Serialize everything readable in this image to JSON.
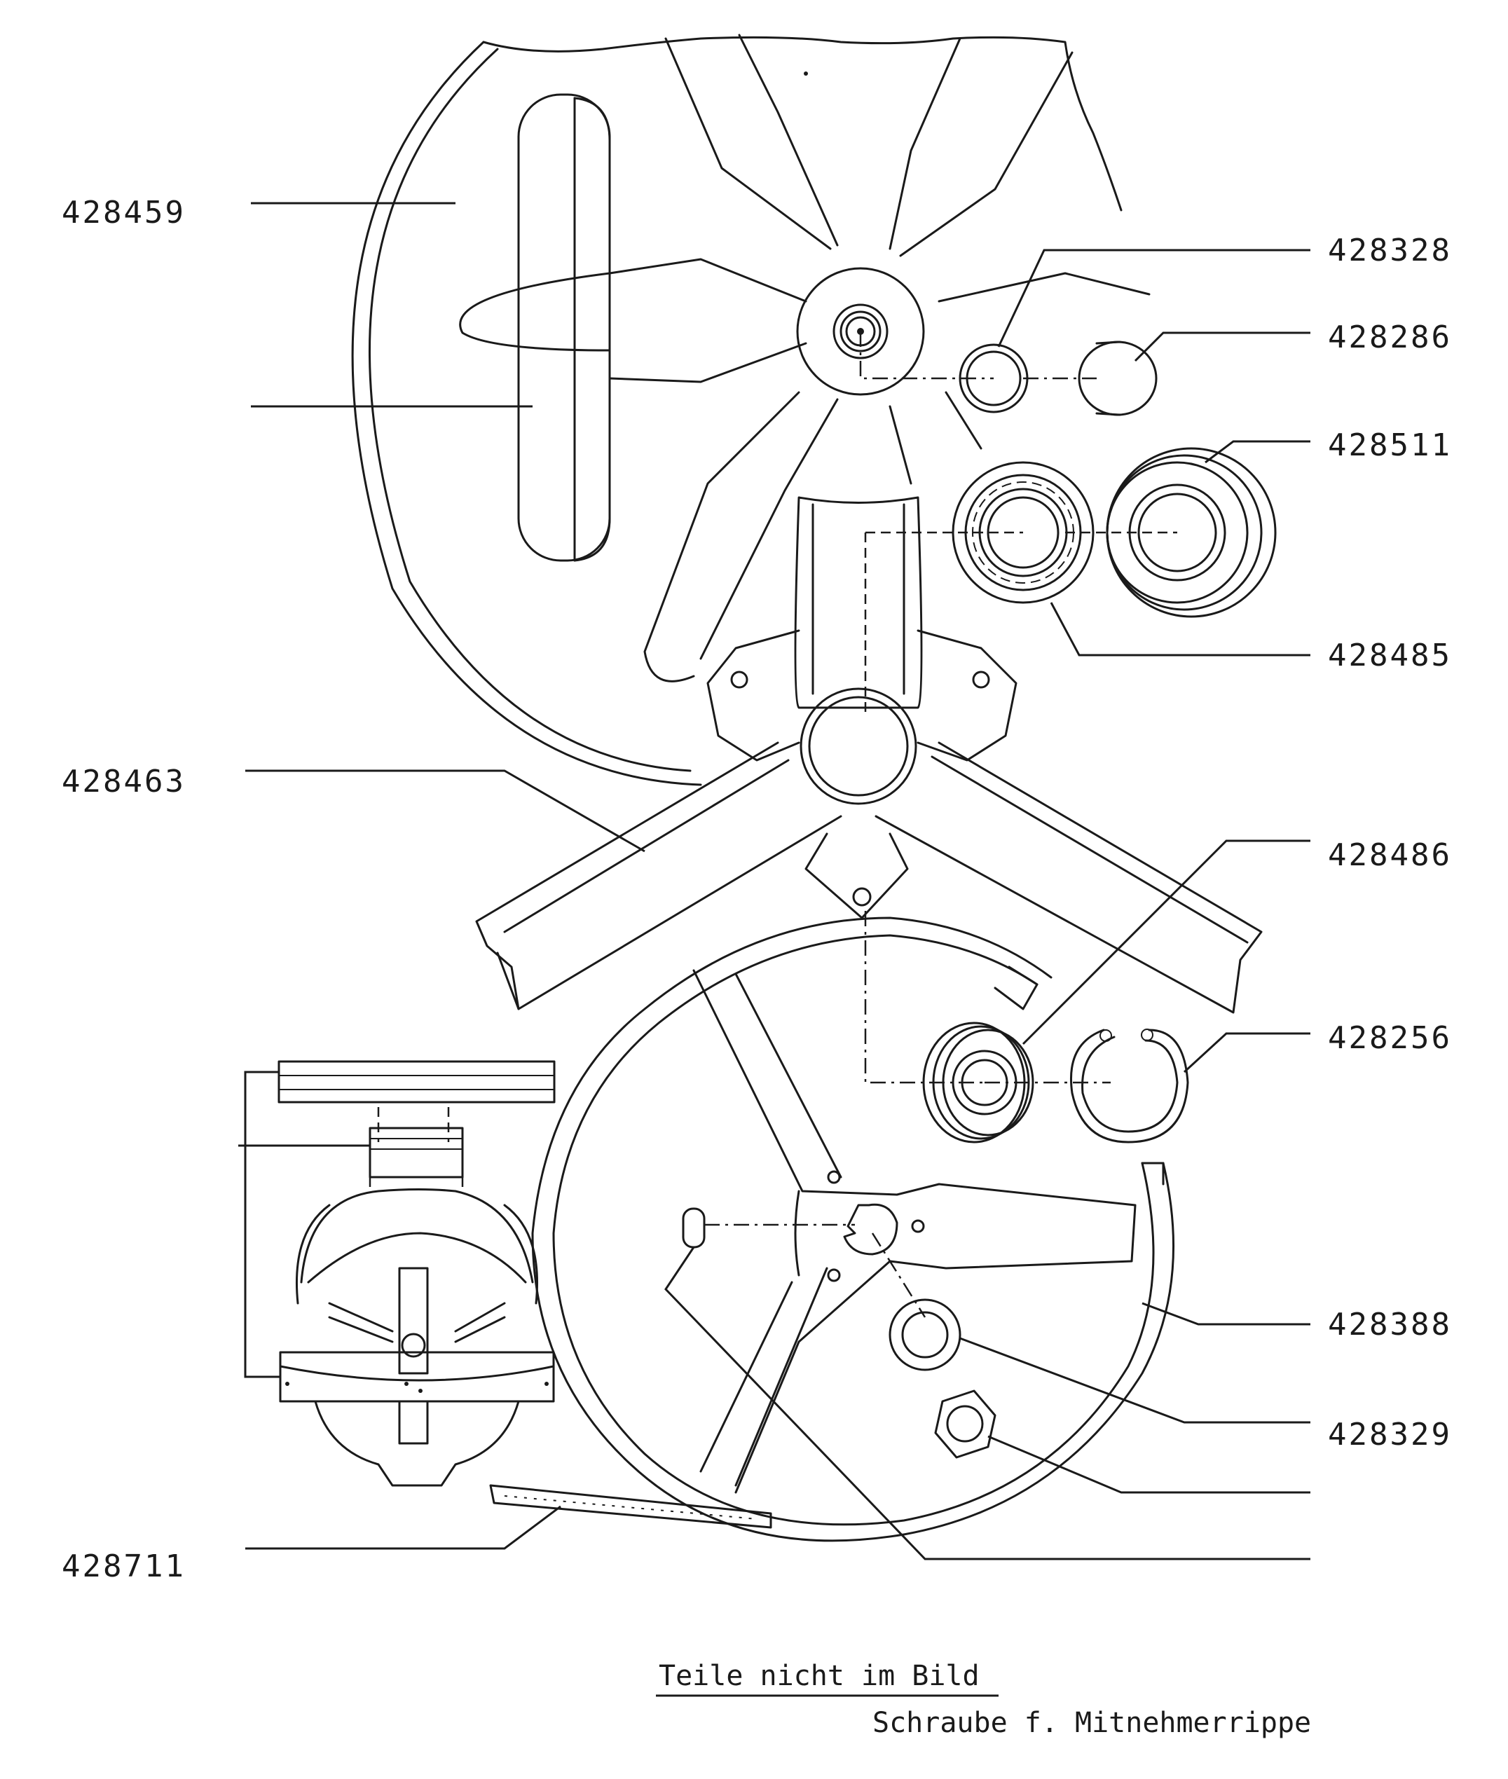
{
  "part_numbers": {
    "p428459": "428459",
    "p428328": "428328",
    "p428286": "428286",
    "p428511": "428511",
    "p428485": "428485",
    "p428463": "428463",
    "p428486": "428486",
    "p428256": "428256",
    "p428388": "428388",
    "p428329": "428329",
    "p428711": "428711"
  },
  "notes": {
    "heading": "Teile nicht im Bild",
    "item": "Schraube f. Mitnehmerrippe"
  },
  "colors": {
    "ink": "#1a1a1a",
    "background": "#ffffff"
  }
}
